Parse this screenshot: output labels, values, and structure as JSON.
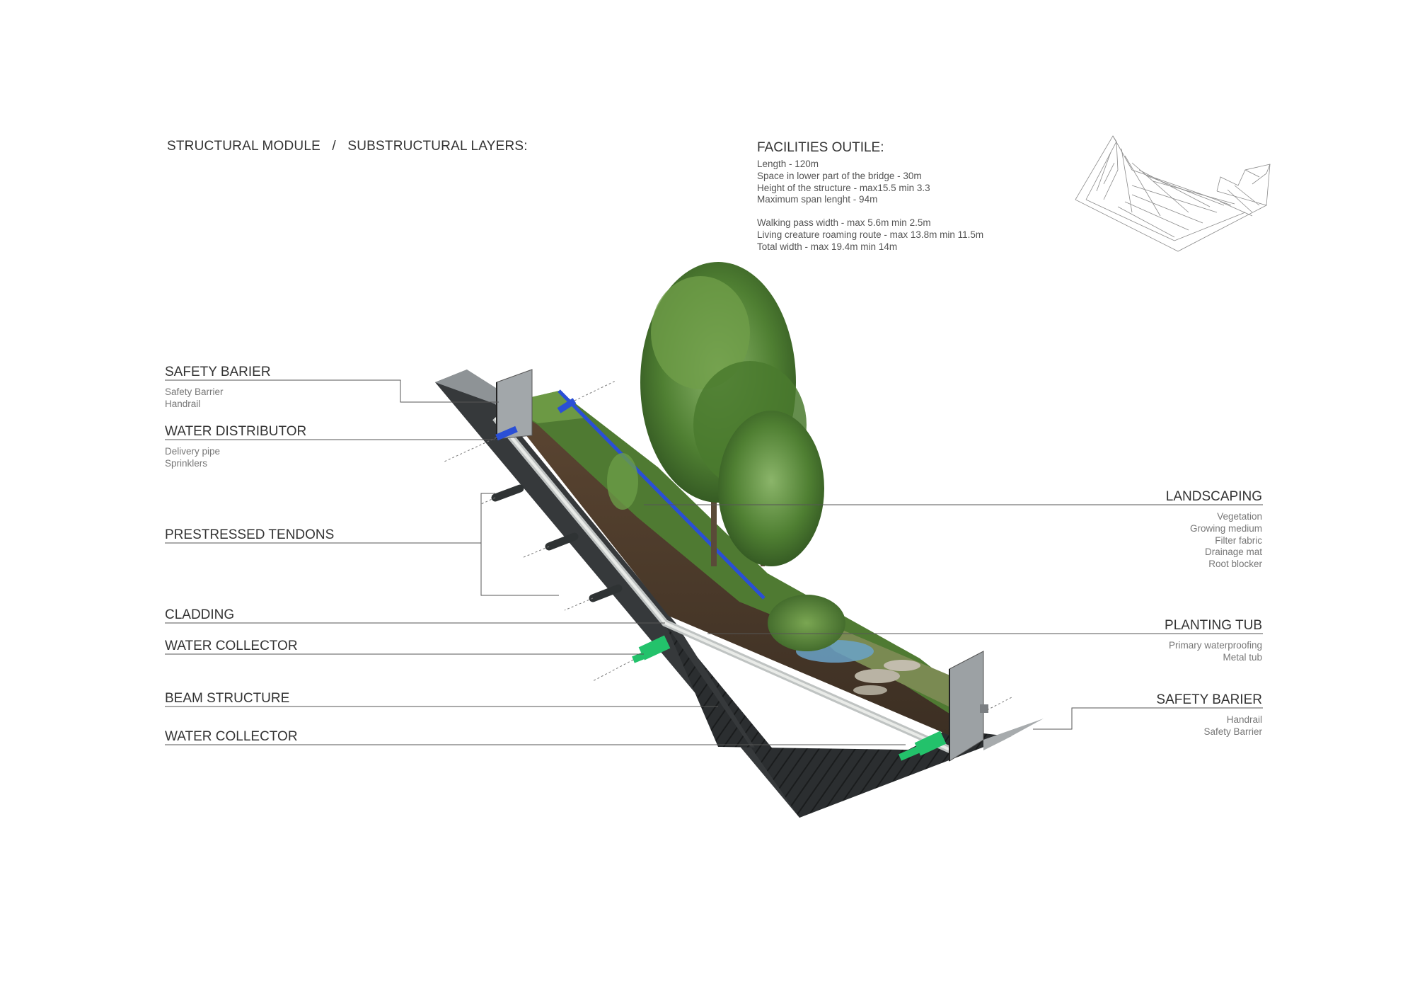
{
  "header": {
    "title": "STRUCTURAL MODULE   /   SUBSTRUCTURAL LAYERS:"
  },
  "facilities": {
    "title": "FACILITIES OUTILE:",
    "group1": [
      "Length - 120m",
      "Space in lower part of the bridge - 30m",
      "Height of the structure - max15.5  min 3.3",
      "Maximum span lenght - 94m"
    ],
    "group2": [
      "Walking pass width - max 5.6m  min 2.5m",
      "Living creature roaming route - max 13.8m  min 11.5m",
      "Total width - max 19.4m  min 14m"
    ]
  },
  "labels_left": [
    {
      "title": "SAFETY BARIER",
      "items": [
        "Safety Barrier",
        "Handrail"
      ]
    },
    {
      "title": "WATER DISTRIBUTOR",
      "items": [
        "Delivery pipe",
        "Sprinklers"
      ]
    },
    {
      "title": "PRESTRESSED TENDONS",
      "items": []
    },
    {
      "title": "CLADDING",
      "items": []
    },
    {
      "title": "WATER COLLECTOR",
      "items": []
    },
    {
      "title": "BEAM STRUCTURE",
      "items": []
    },
    {
      "title": "WATER COLLECTOR",
      "items": []
    }
  ],
  "labels_right": [
    {
      "title": "LANDSCAPING",
      "items": [
        "Vegetation",
        "Growing medium",
        "Filter fabric",
        "Drainage mat",
        "Root blocker"
      ]
    },
    {
      "title": "PLANTING TUB",
      "items": [
        "Primary waterproofing",
        "Metal tub"
      ]
    },
    {
      "title": "SAFETY BARIER",
      "items": [
        "Handrail",
        "Safety Barrier"
      ]
    }
  ],
  "colors": {
    "beam": "#2b2e30",
    "barrier": "#8e9396",
    "soil": "#4a3a2c",
    "grass": "#4f7a32",
    "tree": "#5d8a3a",
    "water_pipe": "#2a4fd6",
    "collector": "#23c26b",
    "line": "#555555"
  }
}
